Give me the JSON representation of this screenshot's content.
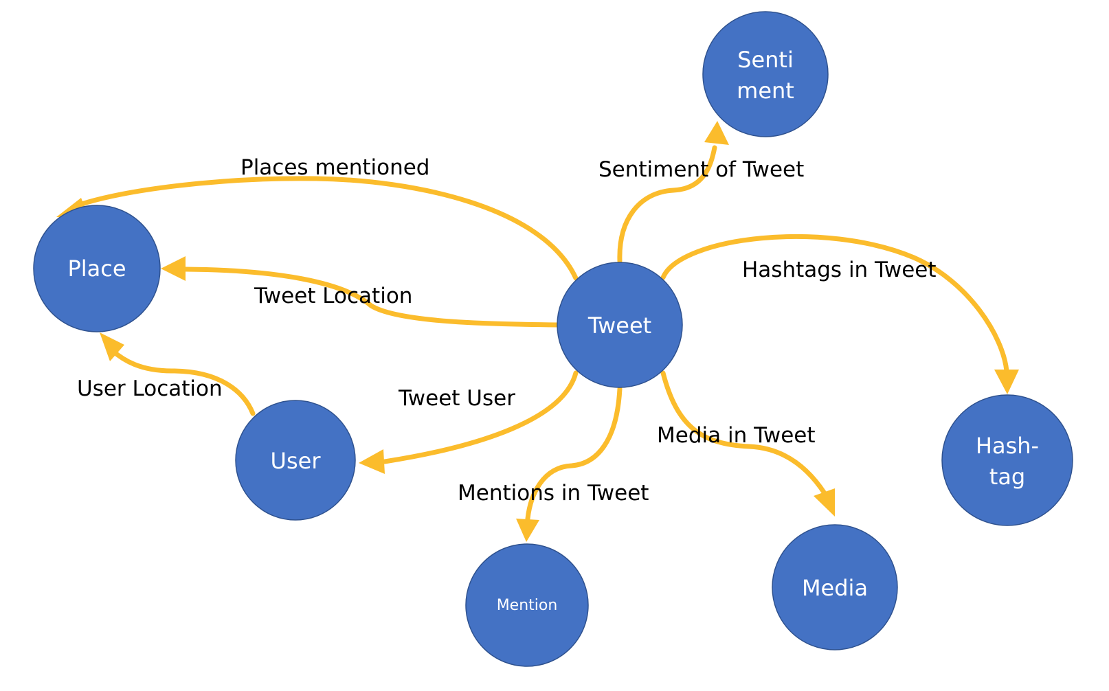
{
  "colors": {
    "node_fill": "#4472C4",
    "node_stroke": "#2F528F",
    "edge": "#FBBC2C",
    "label": "#000000",
    "node_text": "#FFFFFF"
  },
  "nodes": {
    "tweet": {
      "line1": "Tweet"
    },
    "place": {
      "line1": "Place"
    },
    "user": {
      "line1": "User"
    },
    "mention": {
      "line1": "Mention"
    },
    "media": {
      "line1": "Media"
    },
    "hashtag": {
      "line1": "Hash-",
      "line2": "tag"
    },
    "sentiment": {
      "line1": "Senti",
      "line2": "ment"
    }
  },
  "edges": {
    "places_mentioned": "Places mentioned",
    "tweet_location": "Tweet Location",
    "user_location": "User Location",
    "tweet_user": "Tweet User",
    "mentions_in_tweet": "Mentions in Tweet",
    "media_in_tweet": "Media in Tweet",
    "hashtags_in_tweet": "Hashtags in Tweet",
    "sentiment_of_tweet": "Sentiment of Tweet"
  }
}
